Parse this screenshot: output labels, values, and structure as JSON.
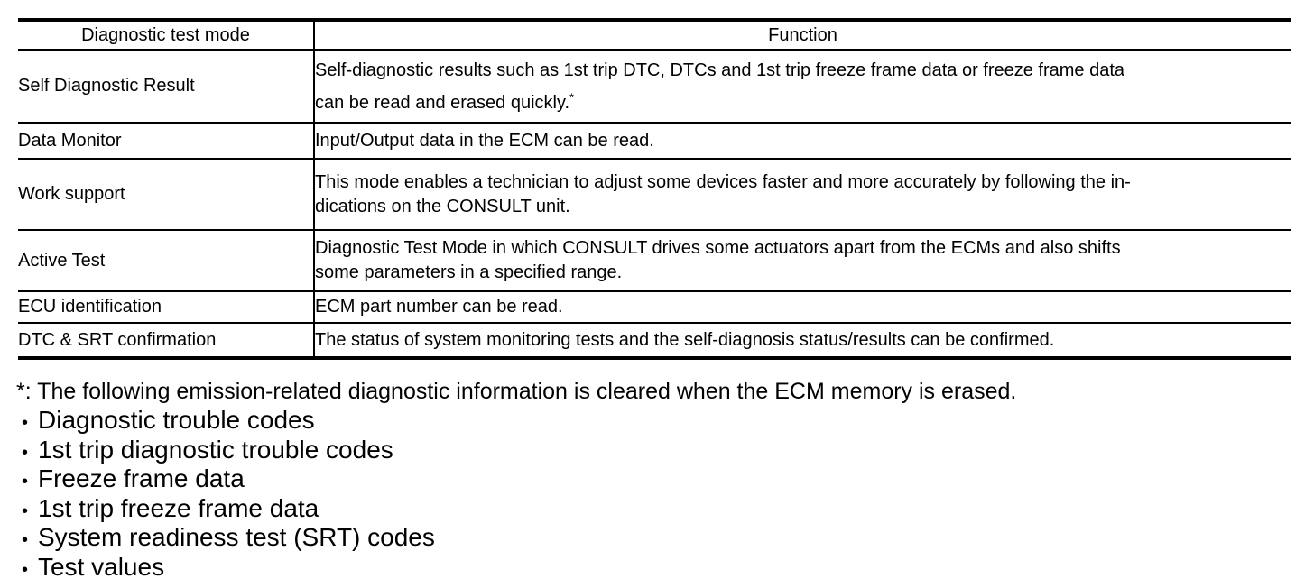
{
  "table": {
    "headers": {
      "mode": "Diagnostic test mode",
      "function": "Function"
    },
    "rows": [
      {
        "mode": "Self Diagnostic Result",
        "function": [
          "Self-diagnostic results such as 1st trip DTC, DTCs and 1st trip freeze frame data or freeze frame data",
          "can be read and erased quickly."
        ],
        "marker": "*"
      },
      {
        "mode": "Data Monitor",
        "function": "Input/Output data in the ECM can be read."
      },
      {
        "mode": "Work support",
        "function": [
          "This mode enables a technician to adjust some devices faster and more accurately by following the in-",
          "dications on the CONSULT unit."
        ]
      },
      {
        "mode": "Active Test",
        "function": [
          "Diagnostic Test Mode in which CONSULT drives some actuators apart from the ECMs and also shifts",
          "some parameters in a specified range."
        ]
      },
      {
        "mode": "ECU identification",
        "function": "ECM part number can be read."
      },
      {
        "mode": "DTC & SRT confirmation",
        "function": "The status of system monitoring tests and the self-diagnosis status/results can be confirmed."
      }
    ]
  },
  "footnote": {
    "text": "*: The following emission-related diagnostic information is cleared when the ECM memory is erased.",
    "bullet_char": "•",
    "items": [
      "Diagnostic trouble codes",
      "1st trip diagnostic trouble codes",
      "Freeze frame data",
      "1st trip freeze frame data",
      "System readiness test (SRT) codes",
      "Test values"
    ]
  },
  "colors": {
    "ink": "#000000",
    "paper": "#ffffff"
  }
}
